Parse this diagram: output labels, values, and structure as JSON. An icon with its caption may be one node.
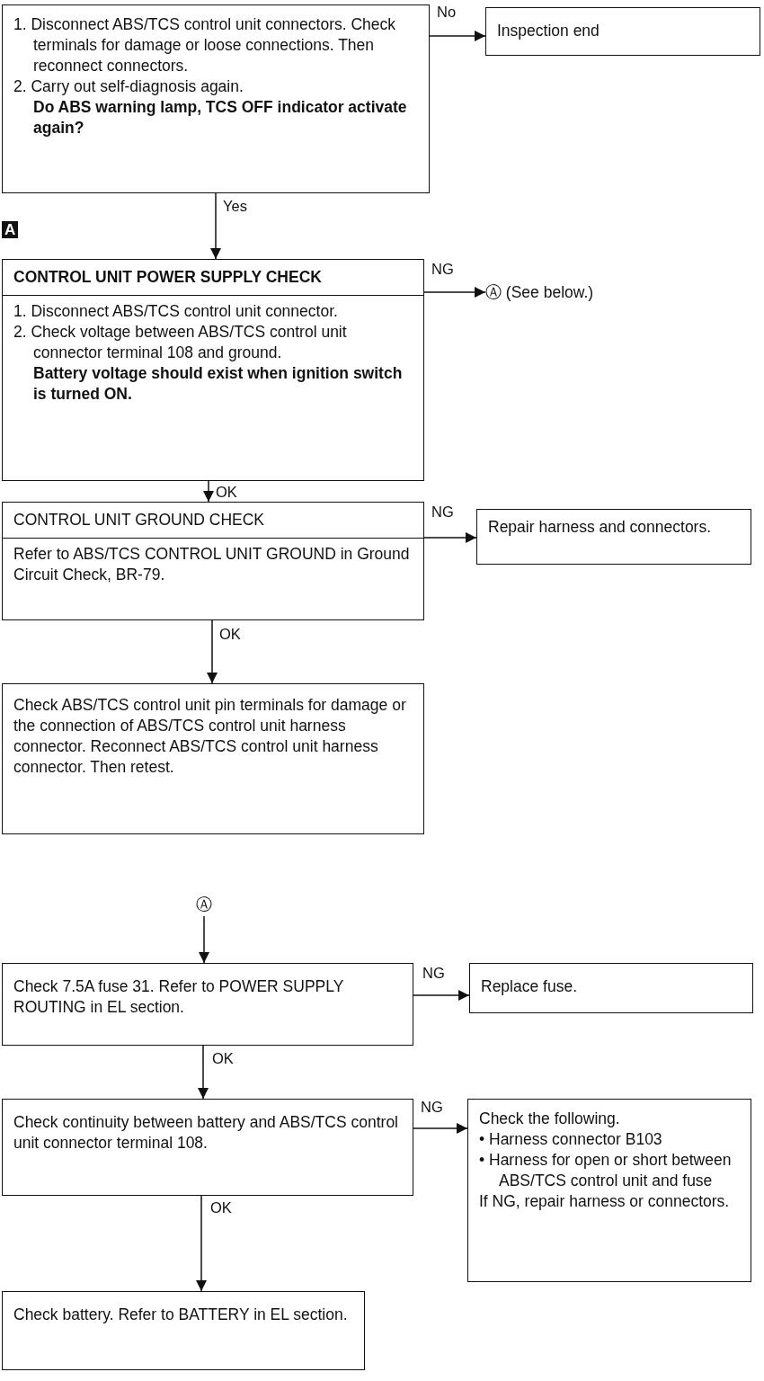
{
  "diagram": {
    "nodes": [
      {
        "text": [
          "1. Disconnect ABS/TCS control unit connectors. Check terminals for damage or loose connections. Then reconnect connectors.",
          "2. Carry out self-diagnosis again.",
          "Do ABS warning lamp, TCS OFF indicator activate again?"
        ]
      },
      {
        "text": [
          "Inspection end"
        ]
      },
      {
        "text": [
          "CONTROL UNIT POWER SUPPLY CHECK",
          "1. Disconnect ABS/TCS control unit connector.",
          "2. Check voltage between ABS/TCS control unit connector terminal 108 and ground.",
          "Battery voltage should exist when ignition switch is turned ON."
        ]
      },
      {
        "text": [
          "Ⓐ (See below.)"
        ]
      },
      {
        "text": [
          "CONTROL UNIT GROUND CHECK",
          "Refer to ABS/TCS CONTROL UNIT GROUND in Ground Circuit Check, BR-79."
        ]
      },
      {
        "text": [
          "Repair harness and connectors."
        ]
      },
      {
        "text": [
          "Check ABS/TCS control unit pin terminals for damage or the connection of ABS/TCS control unit harness connector. Reconnect ABS/TCS control unit harness connector. Then retest."
        ]
      },
      {
        "text": [
          "Ⓐ"
        ]
      },
      {
        "text": [
          "Check 7.5A fuse 31. Refer to POWER SUPPLY ROUTING in EL section."
        ]
      },
      {
        "text": [
          "Replace fuse."
        ]
      },
      {
        "text": [
          "Check continuity between battery and ABS/TCS control unit connector terminal 108."
        ]
      },
      {
        "text": [
          "Check the following.",
          "• Harness connector B103",
          "• Harness for open or short between ABS/TCS control unit and fuse",
          "If NG, repair harness or connectors."
        ]
      },
      {
        "text": [
          "Check battery. Refer to BATTERY in EL section."
        ]
      }
    ],
    "edges": [
      {
        "from": 0,
        "to": 1,
        "arrow": "to",
        "label": "No"
      },
      {
        "from": 0,
        "to": 2,
        "arrow": "to",
        "label": "Yes"
      },
      {
        "from": 2,
        "to": 3,
        "arrow": "to",
        "label": "NG"
      },
      {
        "from": 2,
        "to": 4,
        "arrow": "to",
        "label": "OK"
      },
      {
        "from": 4,
        "to": 5,
        "arrow": "to",
        "label": "NG"
      },
      {
        "from": 4,
        "to": 6,
        "arrow": "to",
        "label": "OK"
      },
      {
        "from": 7,
        "to": 8,
        "arrow": "to"
      },
      {
        "from": 8,
        "to": 9,
        "arrow": "to",
        "label": "NG"
      },
      {
        "from": 8,
        "to": 10,
        "arrow": "to",
        "label": "OK"
      },
      {
        "from": 10,
        "to": 11,
        "arrow": "to",
        "label": "NG"
      },
      {
        "from": 10,
        "to": 12,
        "arrow": "to",
        "label": "OK"
      }
    ],
    "labels": [
      "A"
    ]
  }
}
